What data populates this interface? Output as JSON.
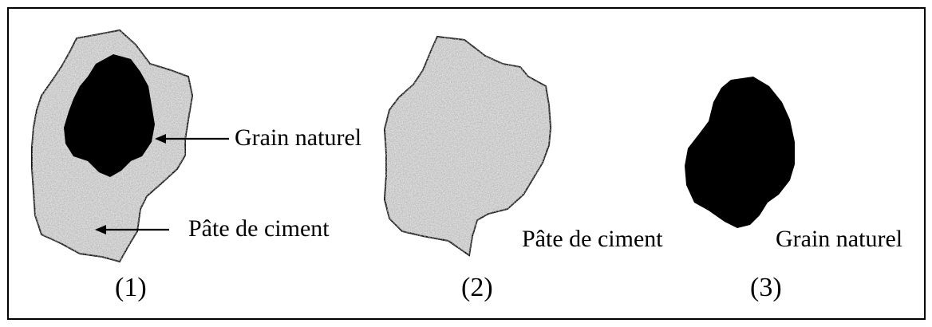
{
  "panels": [
    {
      "number": "(1)",
      "labels": {
        "natural_grain": "Grain naturel",
        "cement_paste": "Pâte de ciment"
      }
    },
    {
      "number": "(2)",
      "labels": {
        "cement_paste": "Pâte de ciment"
      }
    },
    {
      "number": "(3)",
      "labels": {
        "natural_grain": "Grain naturel"
      }
    }
  ],
  "colors": {
    "paste_light": "#d4d4d4",
    "paste_speckle": "#8a8a8a",
    "grain": "#000000",
    "outline": "#111111",
    "frame": "#000000"
  }
}
